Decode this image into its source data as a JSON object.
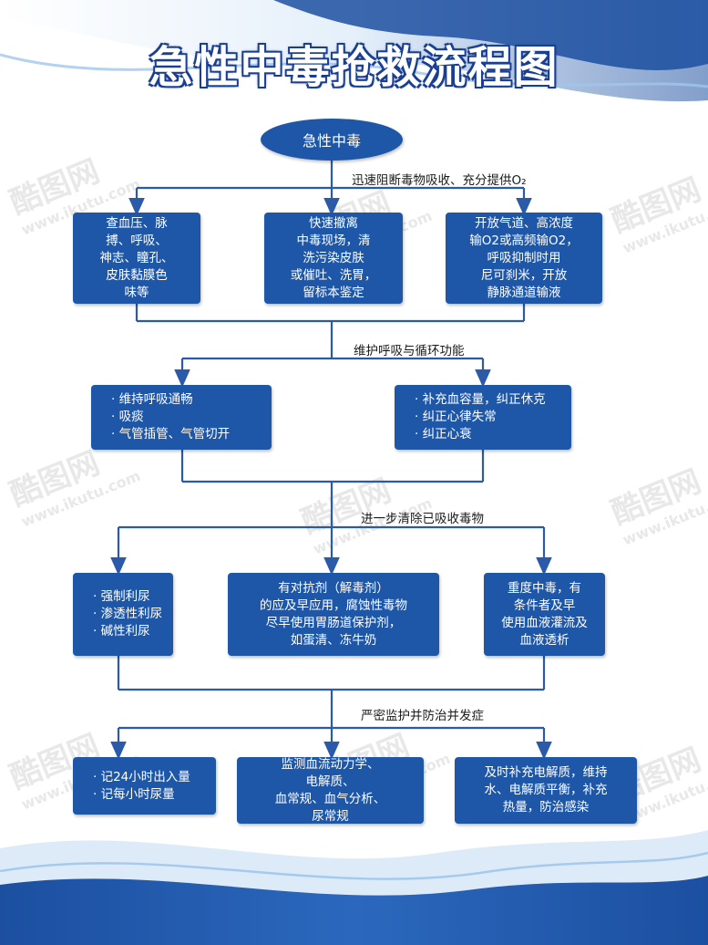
{
  "title": "急性中毒抢救流程图",
  "start": "急性中毒",
  "steps": [
    "迅速阻断毒物吸收、充分提供O₂",
    "维护呼吸与循环功能",
    "进一步清除已吸收毒物",
    "严密监护并防治并发症"
  ],
  "row1": [
    [
      "查血压、脉",
      "搏、呼吸、",
      "神志、瞳孔、",
      "皮肤黏膜色",
      "味等"
    ],
    [
      "快速撤离",
      "中毒现场，清",
      "洗污染皮肤",
      "或催吐、洗胃，",
      "留标本鉴定"
    ],
    [
      "开放气道、高浓度",
      "输O2或高频输O2，",
      "呼吸抑制时用",
      "尼可刹米，开放",
      "静脉通道输液"
    ]
  ],
  "row2": [
    [
      "· 维持呼吸通畅",
      "· 吸痰",
      "· 气管插管、气管切开"
    ],
    [
      "· 补充血容量，纠正休克",
      "· 纠正心律失常",
      "· 纠正心衰"
    ]
  ],
  "row3": [
    [
      "· 强制利尿",
      "· 渗透性利尿",
      "· 碱性利尿"
    ],
    [
      "有对抗剂（解毒剂）",
      "的应及早应用，腐蚀性毒物",
      "尽早使用胃肠道保护剂，",
      "如蛋清、冻牛奶"
    ],
    [
      "重度中毒，有",
      "条件者及早",
      "使用血液灌流及",
      "血液透析"
    ]
  ],
  "row4": [
    [
      "· 记24小时出入量",
      "· 记每小时尿量"
    ],
    [
      "监测血流动力学、",
      "电解质、",
      "血常规、血气分析、",
      "尿常规"
    ],
    [
      "及时补充电解质，维持",
      "水、电解质平衡，补充",
      "热量，防治感染"
    ]
  ],
  "watermark": {
    "logo": "酷图网",
    "url": "www.ikutu.com"
  },
  "colors": {
    "box": "#1e57a8",
    "line": "#2a5aa8",
    "title_outline": "#1a3f92",
    "wave_dark": "#1c4fa0",
    "wave_light": "#9fc7ec"
  }
}
